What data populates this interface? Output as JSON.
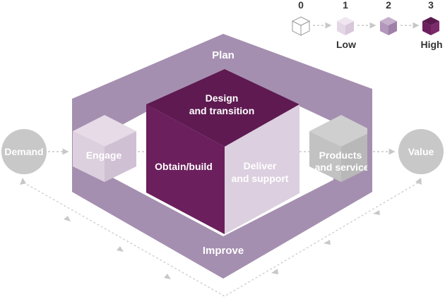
{
  "colors": {
    "ring": "#a58fb0",
    "ring_dark": "#8f7799",
    "cube_dark": "#6b1f5c",
    "cube_top": "#5e1a51",
    "cube_light": "#dccfdf",
    "engage_cube": "#dcccdd",
    "products_cube": "#c4c4c4",
    "circle": "#c8c8c8",
    "arrow": "#c8c8c8"
  },
  "legend": {
    "levels": [
      {
        "number": "0",
        "caption": "",
        "fill": "#ffffff"
      },
      {
        "number": "1",
        "caption": "Low",
        "fill": "#e4d6e6"
      },
      {
        "number": "2",
        "caption": "",
        "fill": "#b296bb"
      },
      {
        "number": "3",
        "caption": "High",
        "fill": "#6b1f5c"
      }
    ]
  },
  "diagram": {
    "plan": "Plan",
    "improve": "Improve",
    "design_line1": "Design",
    "design_line2": "and transition",
    "obtain": "Obtain/build",
    "deliver_line1": "Deliver",
    "deliver_line2": "and support",
    "engage": "Engage",
    "products_line1": "Products",
    "products_line2": "and services",
    "demand": "Demand",
    "value": "Value"
  }
}
